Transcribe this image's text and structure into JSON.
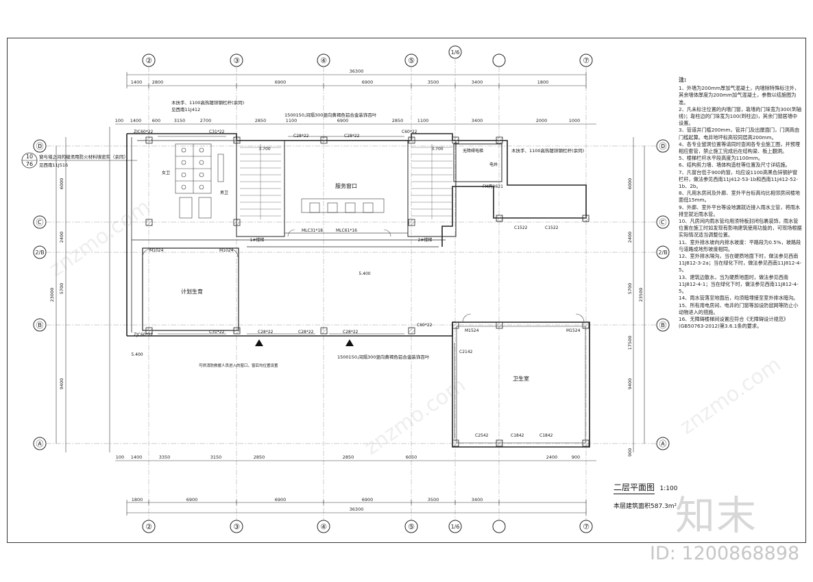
{
  "axes_top": [
    "②",
    "③",
    "④",
    "⑤",
    "1/6",
    "⑦"
  ],
  "axes_side": [
    "Ⓓ",
    "Ⓒ",
    "2/B",
    "Ⓑ",
    "Ⓐ"
  ],
  "dims": {
    "overall": "36300",
    "top_row": [
      "1400",
      "2800",
      "6900",
      "6900",
      "3500",
      "3400",
      "1800"
    ],
    "top_detail": [
      "100",
      "1400",
      "600",
      "3150",
      "2850",
      "1100",
      "2700",
      "6900",
      "2850",
      "1100",
      "3400",
      "2000",
      "1000"
    ],
    "bottom_detail": [
      "100",
      "1400",
      "3350",
      "3150",
      "2850",
      "2850",
      "6050",
      "2400",
      "900"
    ],
    "bottom_row": [
      "1800",
      "6900",
      "6900",
      "3500",
      "3400",
      "6900"
    ],
    "left": [
      "6000",
      "2400",
      "5700",
      "23000",
      "9400"
    ],
    "right": [
      "6000",
      "2400",
      "5700",
      "23500",
      "17500",
      "9400",
      "900"
    ]
  },
  "rooms": {
    "service": "服务窗口",
    "planning": "计划生育",
    "health": "卫生室",
    "stair1": "1#楼梯",
    "stair2": "2#楼梯",
    "elevator": "电井",
    "accessible": "无障碍电梯",
    "toilet_f": "女卫",
    "toilet_m": "男卫",
    "corridor_elev": "5.400",
    "left_elev": "5.400",
    "stair_elev1": "3.700",
    "stair_elev2": "3.700"
  },
  "tags": {
    "zjc": "ZJC60*22",
    "zjc2": "ZJC60*22",
    "c31_top": "C31*22",
    "c28_a": "C28*22",
    "c28_b": "C28*22",
    "c60_top": "C60*22",
    "c31_bot": "C31*22",
    "c28_c": "C28*22",
    "c28_d": "C28*22",
    "c28_e": "C28*22",
    "c60_bot": "C60*22",
    "m1024": "M1024",
    "m1024b": "M1024",
    "m1524": "M1524",
    "m1524b": "M1524",
    "c1522": "C1522",
    "c1522b": "C1522",
    "c2142": "C2142",
    "c2542": "C2542",
    "c1842": "C1842",
    "c1842b": "C1842",
    "fm": "FM丙0621",
    "mlc1": "MLC31*18",
    "mlc2": "MLC61*16"
  },
  "callouts": {
    "c1": "窗与墙之间的缝须用防火材料填密实（余同）",
    "c1_ref": "见西南11J516",
    "c1_num": "10",
    "c1_den": "76",
    "c2": "木扶手、1100高热镀锌钢栏杆(余同)",
    "c2_ref": "见西南11J412",
    "c3": "1500150,间隔300竖向黄褐色铝合金装饰百叶",
    "c4": "可供消防救援人员进入的窗口，窗后均位置设置",
    "c5": "木扶手、1100高热镀锌钢栏杆(余同)"
  },
  "notes_title": "注:",
  "notes": [
    "1、外墙为200mm厚加气混凝土，内墙除特殊标注外，其余墙体厚度为200mm加气混凝土，参数以结施图为准。",
    "2、凡未标注位置的内墙门窗，靠墙的门垛宽为300(到轴线)；靠柱边的门垛宽为100(到柱边)，其余门窗居墙中设置。",
    "3、管道井门槛200mm，管井门及出屋面门，门洞高由门槛起算。电井地坪标高较同层高200mm。",
    "4、各专业留洞位置等请同时查阅各专业施工图，并预埋相应套管，禁止施工完成后在结构梁、板上翻洞。",
    "5、楼梯栏杆水平段高度为1100mm。",
    "6、结构剪力墙、墙体构造柱等位置及尺寸详结施。",
    "7、凡窗台低于900的窗，均应设1100高黑色锌钢护窗栏杆，做法参见西南11J412-53-1b和西南11J412-52-1b、2b。",
    "8、凡用水房间及外廊、室外平台标高均比相邻房间楼地面低15mm。",
    "9、外廊、室外平台等设地漏就近接入雨水立管，将雨水排至就近雨水管。",
    "10、凡房间内雨水管均用须特板封闭包裹装饰，雨水管位置在施工时如发现有影响建筑使用功能的，可现场根据实际情况适当调整位置。",
    "11、室外排水坡向内排水坡度：平路段为0.5%，坡路段与道路成地形坡度相同。",
    "12、室外排水隔沟，当在硬质地面下时，做法参见西南11J812-3-2a；当在绿化下时，做法参见西南11J812-4-5。",
    "13、建筑边散水，当为硬质地面时，做法参见西南11J812-4-1；当在绿化下时，做法参见西南11J812-4-5。",
    "14、雨水管落至地面后，均须暗埋接至室外排水暗沟。",
    "15、所有用电房间、电井的门窗等加设防鼠网等防止小动物进入的措施。",
    "16、无障碍楼梯间设置应符合《无障碍设计规范》(GB50763-2012)第3.6.1条的要求。"
  ],
  "title_block": {
    "name": "二层平面图",
    "scale": "1:100",
    "area": "本层建筑面积587.3m²"
  },
  "logo": "知末",
  "id_label": "ID: 1200868898",
  "watermark": "znzmo.com"
}
